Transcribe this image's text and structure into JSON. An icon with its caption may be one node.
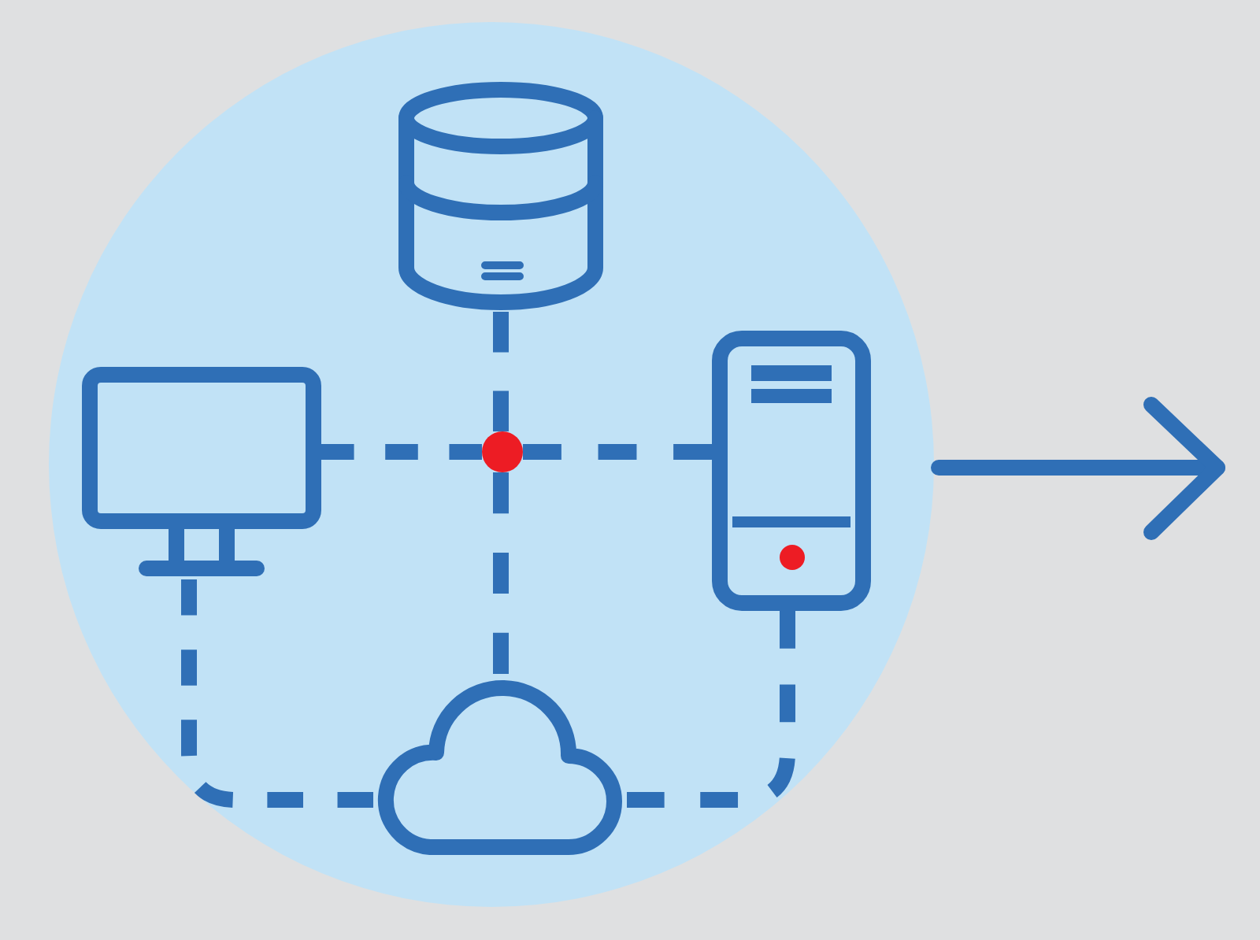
{
  "diagram": {
    "nodes": [
      {
        "text": [],
        "shape": "circle"
      },
      {
        "text": [],
        "shape": "cylinder",
        "in": 0
      },
      {
        "text": [],
        "shape": "monitor",
        "in": 0
      },
      {
        "text": [],
        "shape": "circle",
        "in": 0
      },
      {
        "text": [],
        "shape": "server",
        "in": 0
      },
      {
        "text": [],
        "shape": "cloud",
        "in": 0
      }
    ],
    "edges": [
      {
        "from": 1,
        "to": 3,
        "arrow": "none",
        "style": "dashed"
      },
      {
        "from": 2,
        "to": 3,
        "arrow": "none",
        "style": "dashed"
      },
      {
        "from": 3,
        "to": 4,
        "arrow": "none",
        "style": "dashed"
      },
      {
        "from": 3,
        "to": 5,
        "arrow": "none",
        "style": "dashed"
      },
      {
        "from": 2,
        "to": 5,
        "arrow": "none",
        "style": "dashed"
      },
      {
        "from": 4,
        "to": 5,
        "arrow": "none",
        "style": "dashed"
      },
      {
        "from": 0,
        "to": null,
        "arrow": "to"
      }
    ]
  }
}
